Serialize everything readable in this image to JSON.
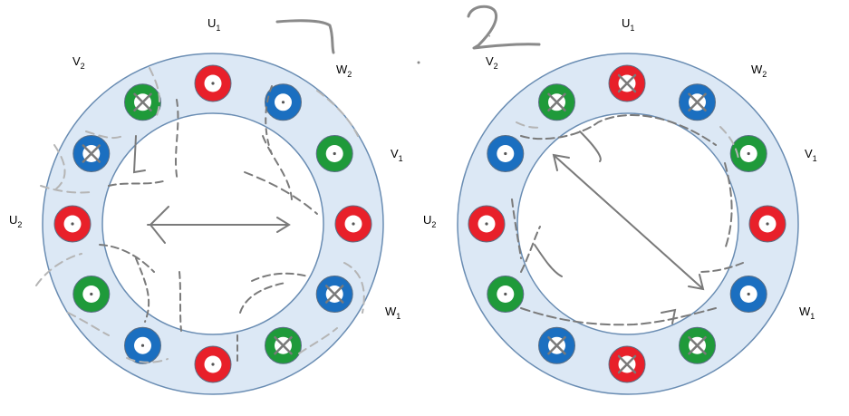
{
  "colors": {
    "ring_fill": "#dce8f5",
    "ring_stroke": "#6a8db3",
    "red": "#e8202a",
    "blue": "#1b6fc0",
    "green": "#1f9a3a",
    "sketch": "#7a7a7a",
    "sketch_light": "#b5b5b5"
  },
  "annotations": {
    "page_number": "2"
  },
  "diagrams": [
    {
      "labels": [
        {
          "main": "U",
          "sub": "1"
        },
        {
          "main": "V",
          "sub": "2"
        },
        {
          "main": "W",
          "sub": "2"
        },
        {
          "main": "V",
          "sub": "1"
        },
        {
          "main": "U",
          "sub": "2"
        },
        {
          "main": "W",
          "sub": "1"
        }
      ],
      "slots": [
        {
          "color": "red",
          "crossed": false
        },
        {
          "color": "blue",
          "crossed": false
        },
        {
          "color": "green",
          "crossed": false
        },
        {
          "color": "red",
          "crossed": false
        },
        {
          "color": "blue",
          "crossed": true
        },
        {
          "color": "green",
          "crossed": true
        },
        {
          "color": "red",
          "crossed": false
        },
        {
          "color": "blue",
          "crossed": false
        },
        {
          "color": "green",
          "crossed": false
        },
        {
          "color": "red",
          "crossed": false
        },
        {
          "color": "blue",
          "crossed": true
        },
        {
          "color": "green",
          "crossed": true
        }
      ]
    },
    {
      "labels": [
        {
          "main": "U",
          "sub": "1"
        },
        {
          "main": "V",
          "sub": "2"
        },
        {
          "main": "W",
          "sub": "2"
        },
        {
          "main": "V",
          "sub": "1"
        },
        {
          "main": "U",
          "sub": "2"
        },
        {
          "main": "W",
          "sub": "1"
        }
      ],
      "slots": [
        {
          "color": "red",
          "crossed": true
        },
        {
          "color": "blue",
          "crossed": true
        },
        {
          "color": "green",
          "crossed": false
        },
        {
          "color": "red",
          "crossed": false
        },
        {
          "color": "blue",
          "crossed": false
        },
        {
          "color": "green",
          "crossed": true
        },
        {
          "color": "red",
          "crossed": true
        },
        {
          "color": "blue",
          "crossed": true
        },
        {
          "color": "green",
          "crossed": false
        },
        {
          "color": "red",
          "crossed": false
        },
        {
          "color": "blue",
          "crossed": false
        },
        {
          "color": "green",
          "crossed": true
        }
      ]
    }
  ]
}
